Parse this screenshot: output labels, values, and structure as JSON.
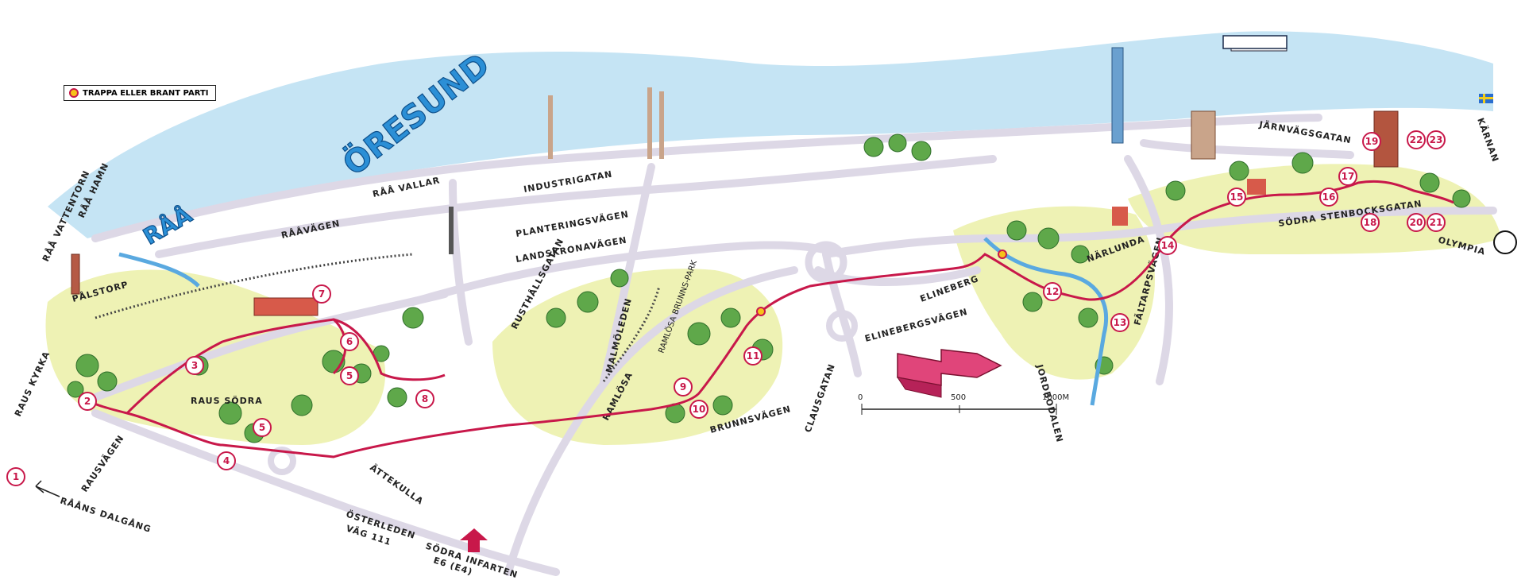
{
  "legend": {
    "label": "TRAPPA ELLER BRANT PARTI"
  },
  "water": {
    "name": "ÖRESUND",
    "raa": "RÅÅ"
  },
  "streets": {
    "raa_hamn": "RÅÅ HAMN",
    "raa_vattentorn": "RÅÅ VATTENTORN",
    "raa_vallar": "RÅÅ VALLAR",
    "raavagen": "RÅÅVÄGEN",
    "industrigatan": "INDUSTRIGATAN",
    "planteringsvagen": "PLANTERINGSVÄGEN",
    "landskronavagen": "LANDSKRONAVÄGEN",
    "palstorp": "PÅLSTORP",
    "raus_kyrka": "RAUS KYRKA",
    "rausvagen": "RAUSVÄGEN",
    "raus_sodra": "RAUS SÖDRA",
    "attekulla": "ÄTTEKULLA",
    "osterleden": "ÖSTERLEDEN",
    "vag111": "VÄG 111",
    "sodra_infarten": "SÖDRA INFARTEN",
    "e6": "E6 (E4)",
    "rausdalgang": "RÅÅNS DALGÅNG",
    "rusthallsgatan": "RUSTHÅLLSGATAN",
    "malmoleden": "MALMÖLEDEN",
    "ramlosa": "RAMLÖSA",
    "ramlosa_park": "RAMLÖSA BRUNNS-PARK",
    "brunnsvagen": "BRUNNSVÄGEN",
    "clausgatan": "CLAUSGATAN",
    "elineberg": "ELINEBERG",
    "elinebergsvagen": "ELINEBERGSVÄGEN",
    "jordbodalen": "JORDBODALEN",
    "narlunda": "NÄRLUNDA",
    "faltarpsvagen": "FÄLTARPSVÄGEN",
    "jarnvagsgatan": "JÄRNVÄGSGATAN",
    "sodra_stenbocksgatan": "SÖDRA STENBOCKSGATAN",
    "karnan": "KÄRNAN",
    "olympia": "OLYMPIA"
  },
  "scale": {
    "zero": "0",
    "mid": "500",
    "end": "1000M"
  },
  "stops": [
    "1",
    "2",
    "3",
    "4",
    "5",
    "5",
    "6",
    "7",
    "8",
    "9",
    "10",
    "11",
    "12",
    "13",
    "14",
    "15",
    "16",
    "17",
    "18",
    "19",
    "20",
    "21",
    "22",
    "23"
  ],
  "colors": {
    "sea": "#c5e4f4",
    "route": "#c8184a",
    "park": "#eef2b4",
    "road": "#ddd8e6",
    "stair_dot": "#f7c21a"
  }
}
